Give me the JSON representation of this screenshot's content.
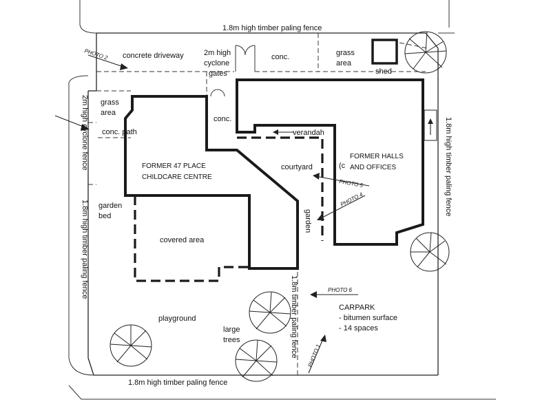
{
  "labels": {
    "top_fence": "1.8m high timber paling fence",
    "bottom_fence": "1.8m high timber paling fence",
    "right_fence": "1.8m high timber paling fence",
    "left_fence": "1.8m high timber paling fence",
    "left_cyclone_fence": "2m high cyclone fence",
    "middle_fence": "1.8m timber paling fence",
    "driveway": "concrete driveway",
    "gates_line1": "2m high",
    "gates_line2": "cyclone",
    "gates_line3": "gates",
    "conc_top": "conc.",
    "conc_middle": "conc.",
    "grass_top_line1": "grass",
    "grass_top_line2": "area",
    "grass_left_line1": "grass",
    "grass_left_line2": "area",
    "shed": "shed",
    "conc_path": "conc. path",
    "verandah": "verandah",
    "courtyard": "courtyard",
    "courtyard_c": "(c",
    "garden": "garden",
    "garden_bed_line1": "garden",
    "garden_bed_line2": "bed",
    "childcare_line1": "FORMER 47 PLACE",
    "childcare_line2": "CHILDCARE CENTRE",
    "halls_line1": "FORMER HALLS",
    "halls_line2": "AND OFFICES",
    "covered_area": "covered area",
    "playground": "playground",
    "trees_line1": "large",
    "trees_line2": "trees",
    "carpark_title": "CARPARK",
    "carpark_line1": "- bitumen surface",
    "carpark_line2": "- 14 spaces"
  },
  "photos": {
    "photo1": "PHOTO 1",
    "photo2": "PHOTO 2",
    "photo4": "PHOTO 4",
    "photo5": "PHOTO 5",
    "photo6": "PHOTO 6"
  }
}
